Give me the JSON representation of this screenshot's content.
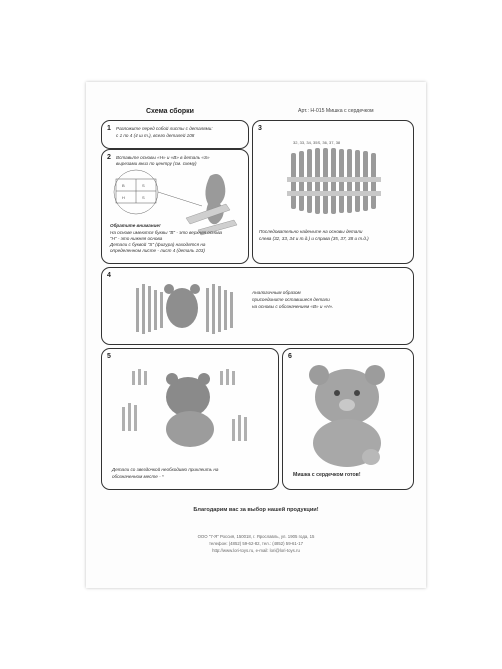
{
  "header": {
    "title": "Схема сборки",
    "article": "Арт.: Н-015 Мишка с сердечком"
  },
  "steps": {
    "s1": {
      "num": "1",
      "text1": "Разложите перед собой листы с деталями:",
      "text2": "с 1 по 4 (4 ш т.), всего деталей 108"
    },
    "s2": {
      "num": "2",
      "text1": "Вставьте основы «Н» и «В» в деталь «S»",
      "text2": "вырезами вниз по центру (см. схему)",
      "note_title": "Обратите внимание!",
      "note1": "На основе имеются буквы \"В\" - это верхняя основа",
      "note2": "\"Н\" - это нижняя основа",
      "note3": "Детали с буквой \"S\" (фигура) находятся на",
      "note4": "определенном листе - лист 4 (деталь 103)",
      "labels": {
        "b": "B",
        "s1": "S",
        "h": "H",
        "s2": "S"
      }
    },
    "s3": {
      "num": "3",
      "nums": "32, 33, 34, 35S, 36, 37, 38",
      "text1": "Последовательно наденьте на основы детали",
      "text2": "слева (32, 33, 34 и т.д.) и справа (35, 37, 38 и т.д.)"
    },
    "s4": {
      "num": "4",
      "text1": "Аналогичным образом",
      "text2": "присоедините оставшиеся детали",
      "text3": "на основы с обозначением «В» и «Н»."
    },
    "s5": {
      "num": "5",
      "text1": "Детали со звездочкой необходимо приклеить на",
      "text2": "обозначенном месте - *"
    },
    "s6": {
      "num": "6",
      "caption": "Мишка с сердечком готов!"
    }
  },
  "thanks": "Благодарим вас за выбор нашей продукции!",
  "footer": {
    "line1": "ООО \"7-Я\" Россия, 150018, г. Ярославль, ул. 1905 года, 15",
    "line2": "телефон: (4852) 59-62-82, тел.: (4852) 59-61-17",
    "line3": "http://www.lori-toys.ru, e-mail: lori@lori-toys.ru"
  }
}
